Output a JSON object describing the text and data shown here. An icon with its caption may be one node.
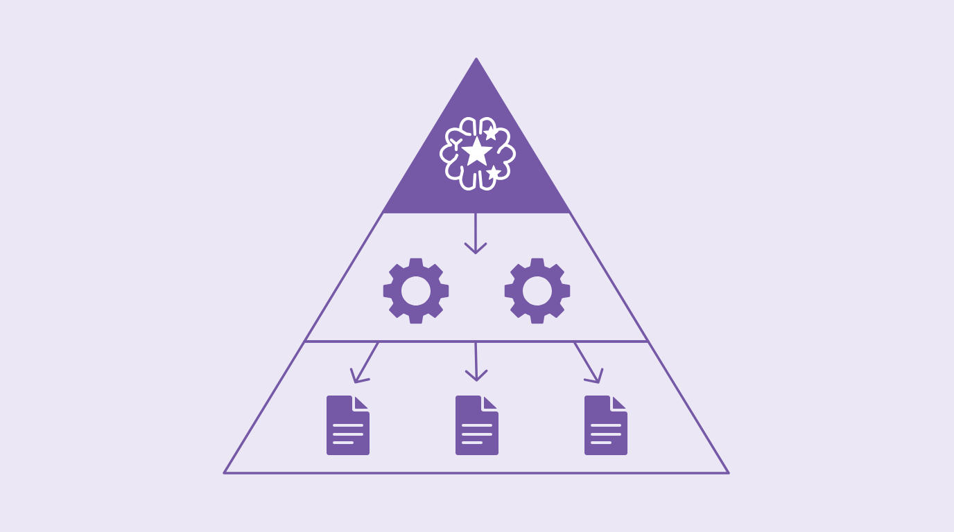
{
  "diagram": {
    "nodes": [
      {
        "text": [],
        "shape": "triangle"
      },
      {
        "text": [],
        "shape": "picture",
        "in": 0
      },
      {
        "text": [],
        "shape": "trapezoid"
      },
      {
        "text": [],
        "shape": "picture",
        "in": 2
      },
      {
        "text": [],
        "shape": "picture",
        "in": 2
      },
      {
        "text": [],
        "shape": "trapezoid"
      },
      {
        "text": [],
        "shape": "picture",
        "in": 5
      },
      {
        "text": [],
        "shape": "picture",
        "in": 5
      },
      {
        "text": [],
        "shape": "picture",
        "in": 5
      }
    ],
    "edges": [
      {
        "from": 0,
        "to": null,
        "arrow": "to"
      },
      {
        "from": 2,
        "to": 6,
        "arrow": "to"
      },
      {
        "from": 2,
        "to": 7,
        "arrow": "to"
      },
      {
        "from": 2,
        "to": 8,
        "arrow": "to"
      }
    ]
  }
}
